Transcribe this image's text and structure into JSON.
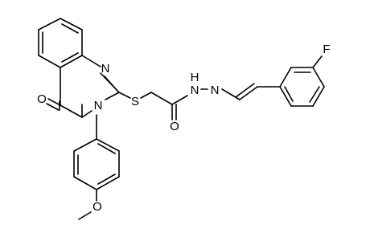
{
  "diagram": {
    "kind": "chemical-structure",
    "atom_labels": {
      "n_ring_top": "N",
      "n_ring_bottom": "N",
      "o_carbonyl_ring": "O",
      "s_thioether": "S",
      "o_amide": "O",
      "nh_hydrazide": "H",
      "n_hydrazide": "N",
      "n_imine": "N",
      "f_fluoro": "F",
      "o_methoxy": "O"
    }
  }
}
